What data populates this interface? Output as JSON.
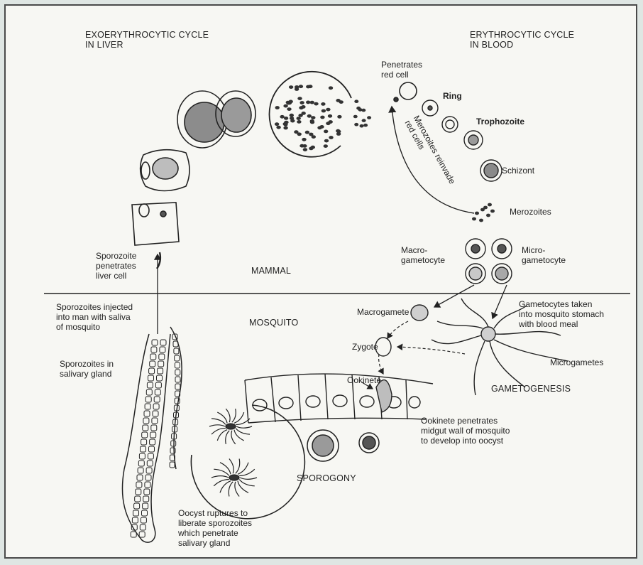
{
  "labels": {
    "exo_cycle": "EXOERYTHROCYTIC CYCLE\nIN LIVER",
    "ery_cycle": "ERYTHROCYTIC CYCLE\nIN BLOOD",
    "penetrates": "Penetrates\nred cell",
    "ring": "Ring",
    "trophozoite": "Trophozoite",
    "schizont": "Schizont",
    "merozoites": "Merozoites",
    "merozoites_reinvade": "Merozoites reinvade\nred cells",
    "macrogametocyte": "Macro-\ngametocyte",
    "microgametocyte": "Micro-\ngametocyte",
    "sporozoite_penetrates": "Sporozoite\npenetrates\nliver cell",
    "mammal": "MAMMAL",
    "mosquito": "MOSQUITO",
    "injected": "Sporozoites injected\ninto man with saliva\nof mosquito",
    "macrogamete": "Macrogamete",
    "zygote": "Zygote",
    "ookinete": "Ookinete",
    "gametocytes_taken": "Gametocytes taken\ninto mosquito stomach\nwith blood meal",
    "microgametes": "Microgametes",
    "gametogenesis": "GAMETOGENESIS",
    "sporozoites_gland": "Sporozoites in\nsalivary gland",
    "ookinete_penetrates": "Ookinete penetrates\nmidgut wall of mosquito\nto develop into oocyst",
    "sporogony": "SPOROGONY",
    "oocyst_ruptures": "Oocyst ruptures to\nliberate sporozoites\nwhich penetrate\nsalivary gland"
  },
  "colors": {
    "ink": "#222222",
    "paper": "#f7f7f3",
    "background": "#dfe6e3"
  }
}
